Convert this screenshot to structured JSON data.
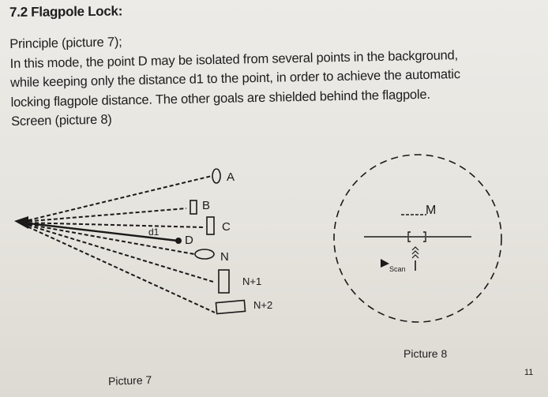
{
  "section": {
    "heading": "7.2 Flagpole Lock:",
    "paragraph_lines": [
      "Principle (picture 7);",
      "In this mode, the point D may be isolated from several points in the background,",
      "while keeping only the distance d1 to the point, in order to achieve the automatic",
      "locking flagpole distance. The other goals are shielded behind the flagpole.",
      "Screen (picture 8)"
    ]
  },
  "picture7": {
    "caption": "Picture 7",
    "labels": {
      "a": "A",
      "b": "B",
      "c": "C",
      "d": "D",
      "d1": "d1",
      "n": "N",
      "n1": "N+1",
      "n2": "N+2"
    }
  },
  "picture8": {
    "caption": "Picture 8",
    "label_m": "M",
    "label_scan": "Scan"
  },
  "page_number": "11"
}
